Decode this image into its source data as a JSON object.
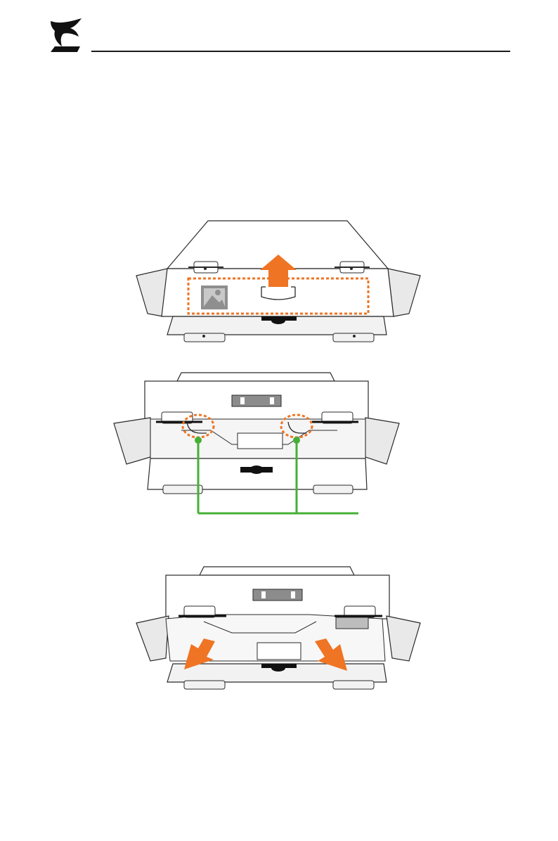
{
  "colors": {
    "accent_orange": "#ef7423",
    "callout_green": "#45b035",
    "outline": "#2a2a2a",
    "box_light": "#ffffff",
    "box_shade": "#e9e9e9",
    "box_mid": "#d4d4d4",
    "icon_gray": "#8f8f8f"
  },
  "figures": [
    {
      "id": "fig1",
      "description_icons": [
        "open-lid-arrow-icon",
        "picture-icon",
        "handle-icon"
      ]
    },
    {
      "id": "fig2",
      "description_icons": [
        "handle-highlight-left",
        "handle-highlight-right",
        "callout-connector"
      ]
    },
    {
      "id": "fig3",
      "description_icons": [
        "pull-out-arrow-left",
        "pull-out-arrow-right"
      ]
    }
  ]
}
